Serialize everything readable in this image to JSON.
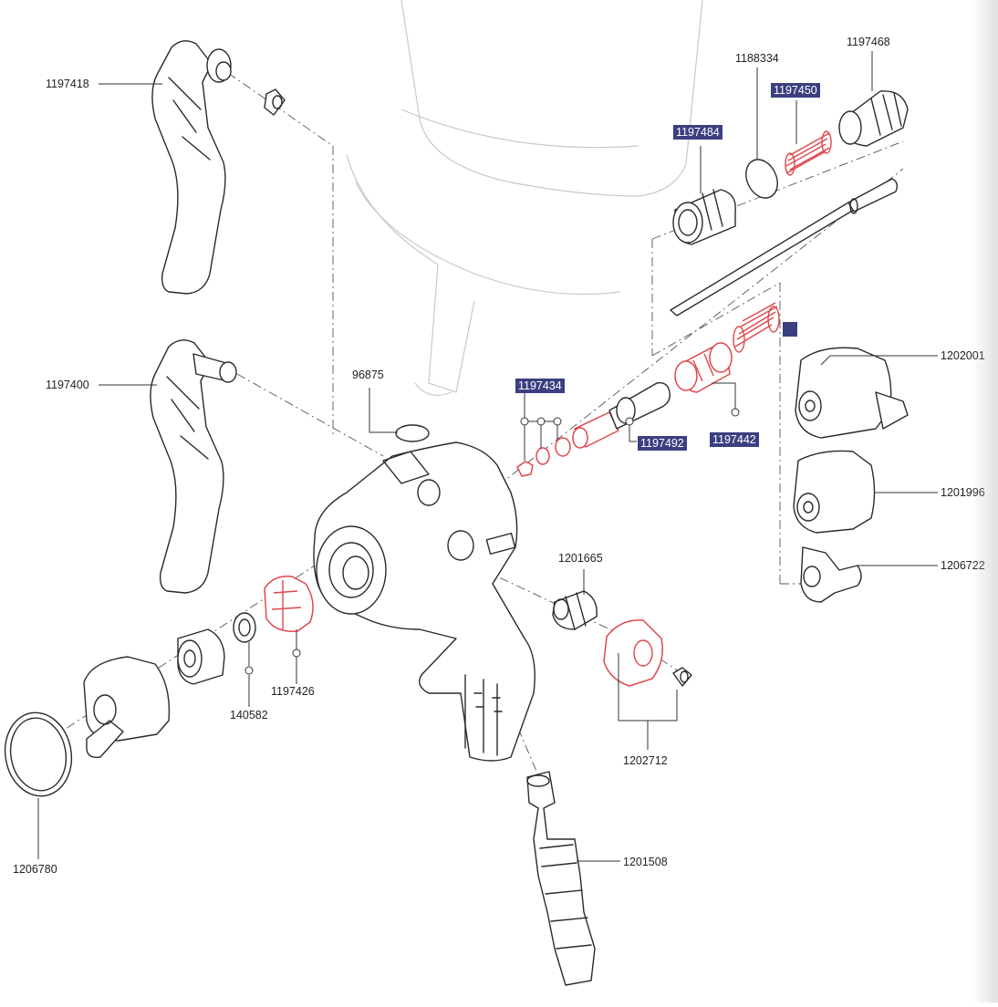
{
  "title": "",
  "colors": {
    "highlight": "#3b3f80",
    "red_parts": "#e0474c",
    "line": "#2a2a2a"
  },
  "labels": {
    "p1197418": "1197418",
    "p1197400": "1197400",
    "p96875": "96875",
    "p1197434": "1197434",
    "p1197492": "1197492",
    "p1197442": "1197442",
    "p1197484": "1197484",
    "p1188334": "1188334",
    "p1197450": "1197450",
    "p1197468": "1197468",
    "p1202001": "1202001",
    "p1201996": "1201996",
    "p1206722": "1206722",
    "p1201665": "1201665",
    "p1202712": "1202712",
    "p1197426": "1197426",
    "p140582": "140582",
    "p1206780": "1206780",
    "p1201508": "1201508"
  }
}
